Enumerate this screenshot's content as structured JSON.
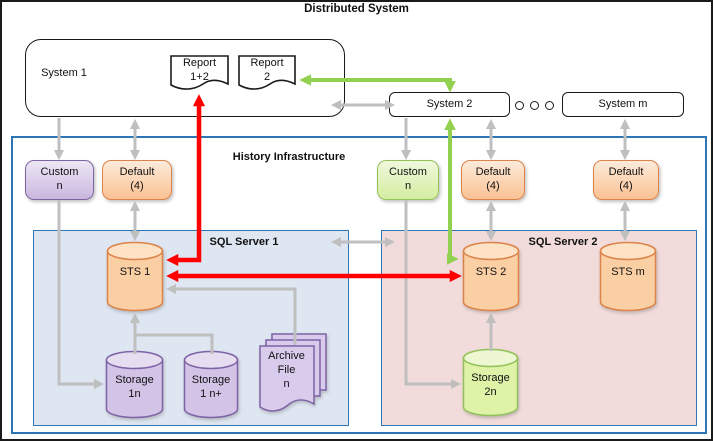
{
  "title": "Distributed System",
  "systems": {
    "system1": "System 1",
    "system2": "System 2",
    "system_m": "System m"
  },
  "reports": {
    "report12": "Report\n1+2",
    "report2": "Report\n2"
  },
  "history": {
    "label": "History Infrastructure",
    "custom1": "Custom\nn",
    "default1": "Default\n(4)",
    "custom2": "Custom\nn",
    "default2": "Default\n(4)",
    "default3": "Default\n(4)"
  },
  "sql1": {
    "label": "SQL Server 1",
    "sts": "STS 1",
    "storage1": "Storage\n1n",
    "storage2": "Storage\n1 n+",
    "archive": "Archive\nFile\nn"
  },
  "sql2": {
    "label": "SQL Server 2",
    "sts": "STS 2",
    "sts_m": "STS m",
    "storage": "Storage\n2n"
  },
  "colors": {
    "arrow_gray": "#BFBFBF",
    "arrow_red": "#FF0000",
    "arrow_green": "#92D050",
    "frame_blue": "#2E75B6",
    "sql1_fill": "#DEE6F2",
    "sql2_fill": "#F2DCDB",
    "orange_fill": "#FBCFA4",
    "purple_fill": "#D3C3E6",
    "green_fill": "#DEF2A8"
  }
}
